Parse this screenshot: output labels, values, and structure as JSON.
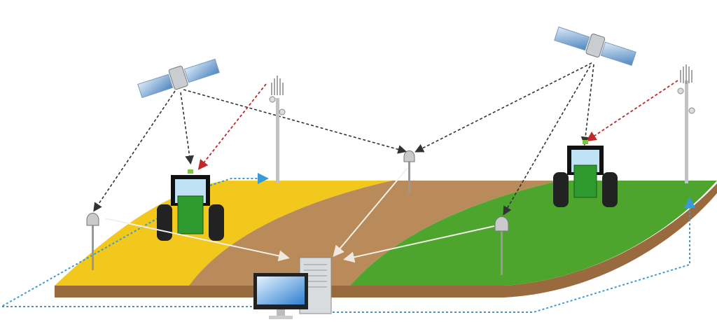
{
  "colors": {
    "yellow_field": "#f2c81c",
    "brown_field": "#b98a5a",
    "green_field": "#4da52e",
    "soil_edge": "#9a6a3f",
    "gnss_signal": "#333333",
    "correction_signal": "#c0282a",
    "data_link": "#3a9ad6",
    "receiver_link": "#f4f0ea"
  },
  "elements": {
    "satellites": 2,
    "reference_towers": 2,
    "tractors": 2,
    "gps_receivers": 3,
    "computer": 1
  }
}
